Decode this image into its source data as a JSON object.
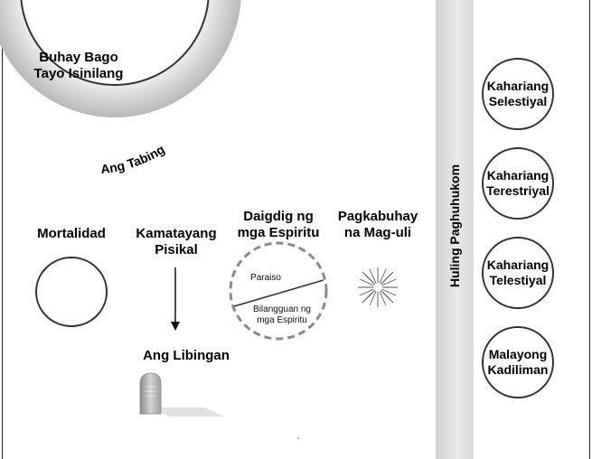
{
  "premortal": {
    "label": "Buhay Bago\nTayo Isinilang"
  },
  "veil": {
    "label": "Ang Tabing"
  },
  "mortality": {
    "label": "Mortalidad"
  },
  "physical_death": {
    "label": "Kamatayang\nPisikal"
  },
  "grave": {
    "label": "Ang Libingan"
  },
  "spirit_world": {
    "label": "Daigdig ng\nmga Espiritu",
    "paradise": "Paraiso",
    "spirit_prison": "Bilangguan ng\nmga Espiritu"
  },
  "resurrection": {
    "label": "Pagkabuhay\nna Mag-uli"
  },
  "final_judgment": {
    "label": "Huling Paghuhukom"
  },
  "kingdoms": [
    {
      "label": "Kahariang\nSelestiyal"
    },
    {
      "label": "Kahariang\nTerestriyal"
    },
    {
      "label": "Kahariang\nTelestiyal"
    },
    {
      "label": "Malayong\nKadiliman"
    }
  ],
  "colors": {
    "veil_band": "#c8c8c8",
    "final_judgment_bar": "#dcdcdc",
    "outline": "#333333"
  }
}
